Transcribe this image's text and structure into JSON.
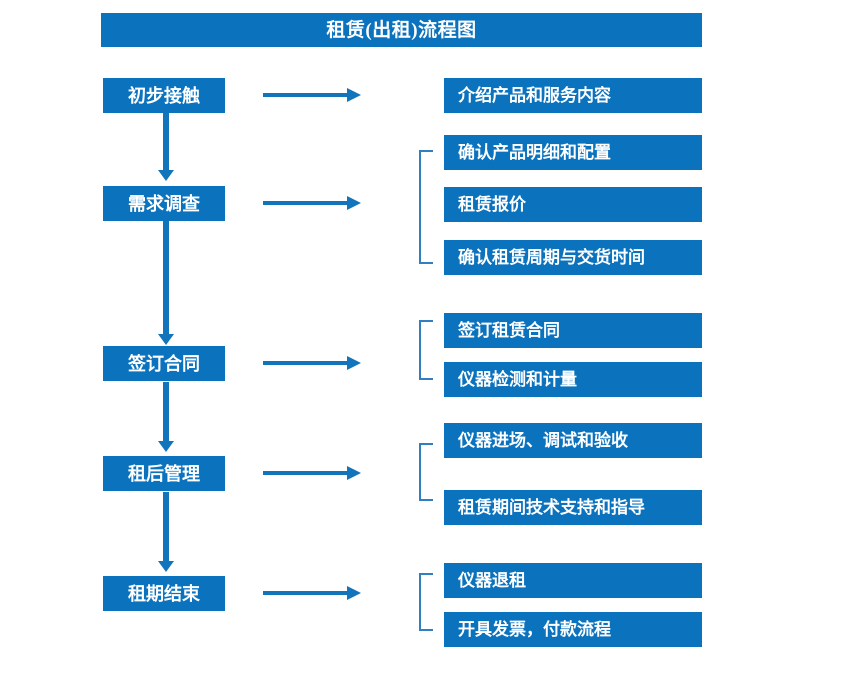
{
  "diagram": {
    "title": "租赁(出租)流程图",
    "colors": {
      "box_blue": "#0b72be",
      "arrow_blue": "#1275bb",
      "bracket_blue": "#2f7fc1",
      "text_white": "#ffffff",
      "background": "#ffffff"
    },
    "stages": [
      {
        "id": "stage-1",
        "label": "初步接触"
      },
      {
        "id": "stage-2",
        "label": "需求调查"
      },
      {
        "id": "stage-3",
        "label": "签订合同"
      },
      {
        "id": "stage-4",
        "label": "租后管理"
      },
      {
        "id": "stage-5",
        "label": "租期结束"
      }
    ],
    "details": [
      {
        "id": "detail-1-1",
        "label": "介绍产品和服务内容"
      },
      {
        "id": "detail-2-1",
        "label": "确认产品明细和配置"
      },
      {
        "id": "detail-2-2",
        "label": "租赁报价"
      },
      {
        "id": "detail-2-3",
        "label": "确认租赁周期与交货时间"
      },
      {
        "id": "detail-3-1",
        "label": "签订租赁合同"
      },
      {
        "id": "detail-3-2",
        "label": "仪器检测和计量"
      },
      {
        "id": "detail-4-1",
        "label": "仪器进场、调试和验收"
      },
      {
        "id": "detail-4-2",
        "label": "租赁期间技术支持和指导"
      },
      {
        "id": "detail-5-1",
        "label": "仪器退租"
      },
      {
        "id": "detail-5-2",
        "label": "开具发票，付款流程"
      }
    ],
    "connectors": {
      "horizontal_arrows": 5,
      "vertical_arrows": 4,
      "group_brackets": 4
    }
  }
}
